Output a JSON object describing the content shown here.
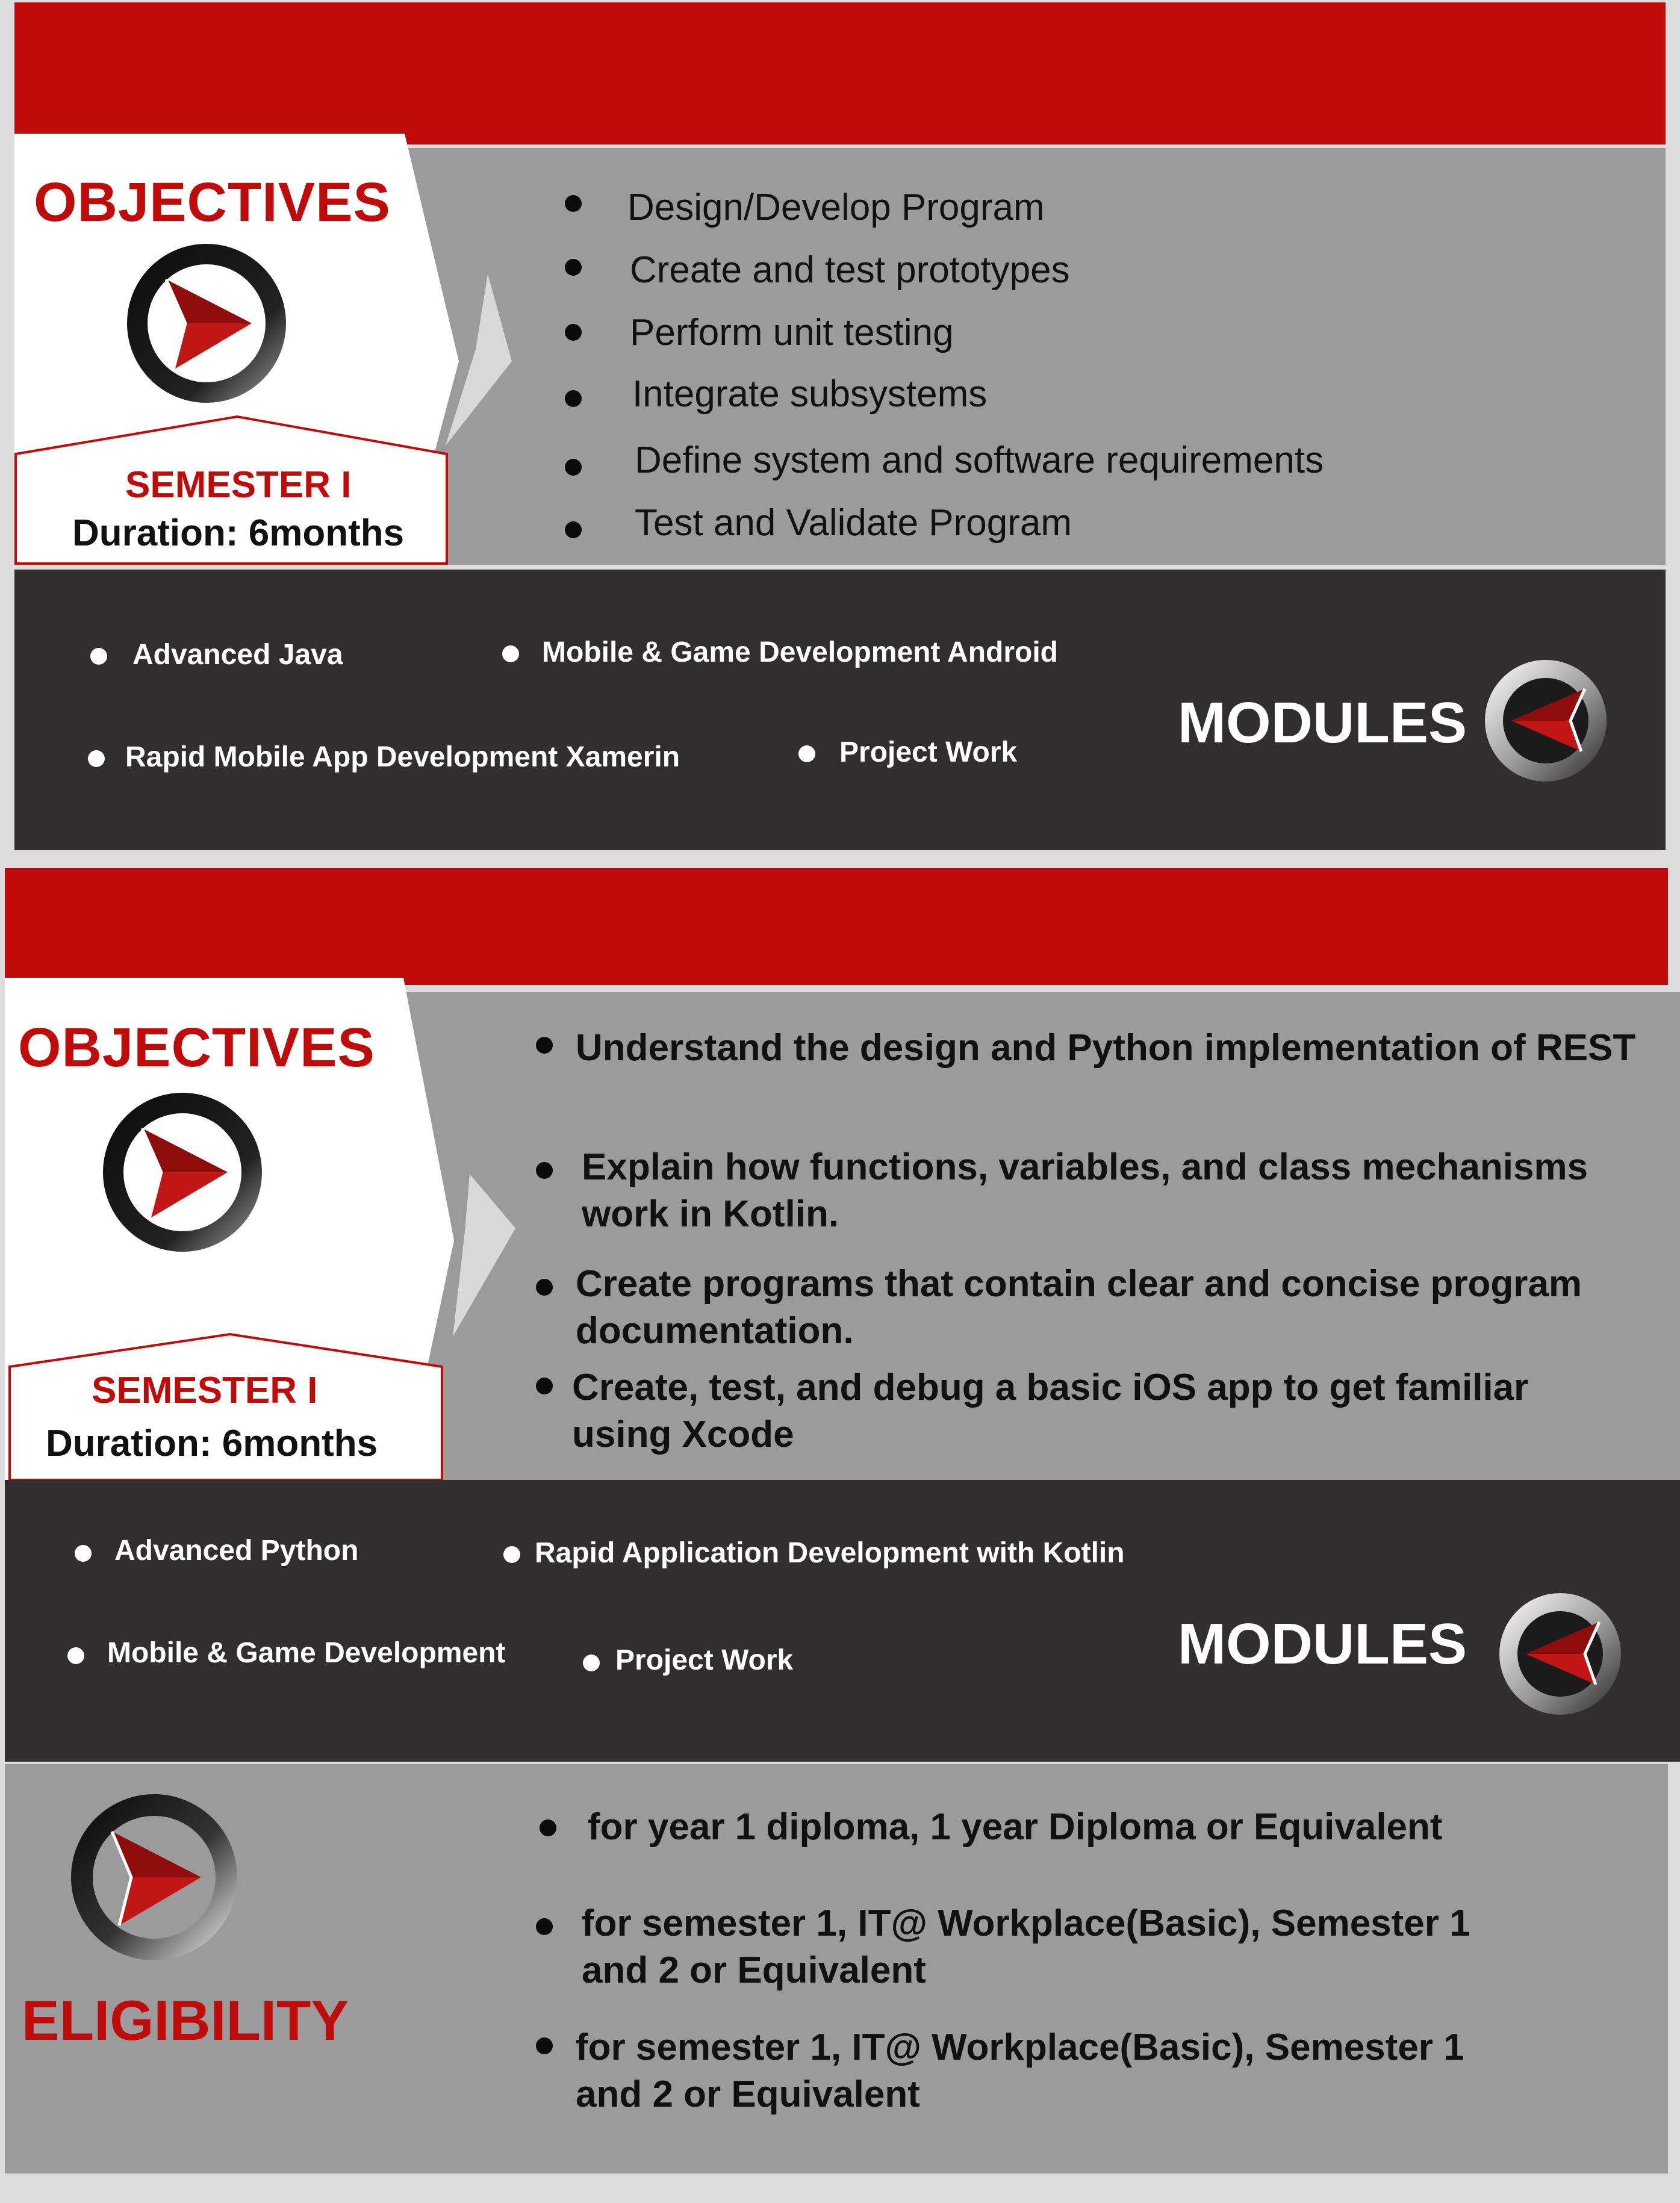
{
  "section1": {
    "heading": "OBJECTIVES",
    "semester": "SEMESTER I",
    "duration": "Duration: 6months",
    "objectives": [
      "Design/Develop Program",
      "Create and test prototypes",
      "Perform unit testing",
      "Integrate subsystems",
      "Define system and software requirements",
      "Test and Validate Program"
    ],
    "modules_title": "MODULES",
    "modules": [
      "Advanced Java",
      "Mobile & Game Development Android",
      "Rapid Mobile App Development Xamerin",
      "Project Work"
    ]
  },
  "section2": {
    "heading": "OBJECTIVES",
    "semester": "SEMESTER I",
    "duration": "Duration: 6months",
    "objectives": [
      "Understand the design and Python implementation of REST",
      "Explain how functions, variables, and class mechanisms work in Kotlin.",
      "Create programs that contain clear and concise program documentation.",
      "Create, test, and debug a basic iOS app to get familiar using Xcode"
    ],
    "modules_title": "MODULES",
    "modules": [
      "Advanced Python",
      "Rapid Application Development with  Kotlin",
      "Mobile & Game Development",
      "Project Work"
    ]
  },
  "eligibility": {
    "title": "ELIGIBILITY",
    "items": [
      "for year 1 diploma, 1 year Diploma or Equivalent",
      "for semester 1, IT@ Workplace(Basic), Semester 1 and 2 or Equivalent",
      "for semester 1, IT@ Workplace(Basic), Semester 1 and 2 or Equivalent"
    ]
  },
  "colors": {
    "brand_red": "#c00b0b",
    "panel_gray": "#9b9b9b",
    "panel_dark": "#302e2e",
    "background": "#dcdcdc"
  },
  "icons": [
    "play-circle-icon",
    "back-arrow-circle-icon"
  ]
}
